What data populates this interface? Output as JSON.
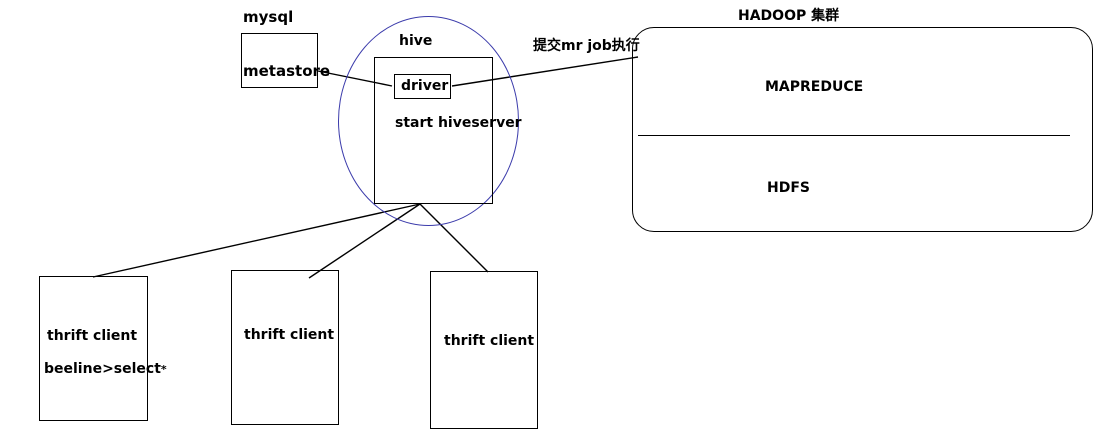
{
  "diagram": {
    "title": "Hive architecture diagram",
    "colors": {
      "stroke": "#000000",
      "circle_stroke": "#3b3bab",
      "background": "#ffffff",
      "text": "#000000"
    }
  },
  "mysql": {
    "label": "mysql",
    "box_label": "metastore"
  },
  "hive": {
    "label": "hive",
    "driver_label": "driver",
    "server_label": "start hiveserver"
  },
  "hadoop": {
    "title": "HADOOP 集群",
    "mapreduce_label": "MAPREDUCE",
    "hdfs_label": "HDFS"
  },
  "edges": {
    "submit_job_label": "提交mr job执行"
  },
  "clients": [
    {
      "line1": "thrift   client",
      "line2": "beeline>select",
      "line2_suffix": "*"
    },
    {
      "line1": "thrift   client"
    },
    {
      "line1": "thrift   client"
    }
  ]
}
